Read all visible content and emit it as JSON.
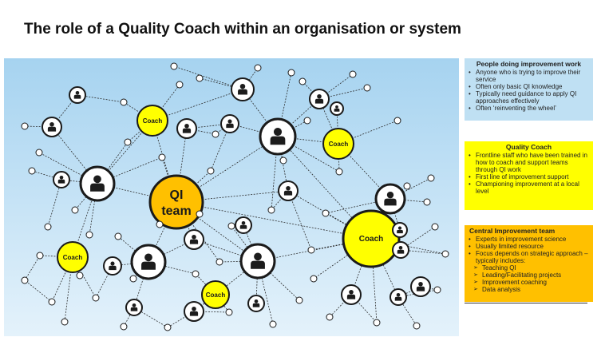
{
  "title": "The role of a Quality Coach within an organisation or system",
  "network": {
    "qi_team_label_line1": "QI",
    "qi_team_label_line2": "team",
    "coach_label": "Coach",
    "colors": {
      "background_top": "#a6d3f0",
      "background_bottom": "#e4f2fb",
      "qi_team_fill": "#ffc000",
      "coach_fill": "#ffff00",
      "person_fill": "#ffffff",
      "icon": "#1c1c1c"
    }
  },
  "people_box": {
    "heading": "People doing improvement work",
    "items": [
      "Anyone who is trying to improve their service",
      "Often only basic QI knowledge",
      "Typically need guidance to apply QI approaches effectively",
      "Often ‘reinventing the wheel’"
    ]
  },
  "coach_box": {
    "heading": "Quality Coach",
    "items": [
      "Frontline staff who have been trained in how to coach and support teams through QI work",
      "First line of improvement support",
      "Championing improvement at a local level"
    ]
  },
  "central_box": {
    "heading": "Central Improvement team",
    "items": [
      "Experts in improvement science",
      "Usually limited resource",
      "Focus depends on strategic approach – typically includes:"
    ],
    "sub_items": [
      "Teaching QI",
      "Leading/Facilitating projects",
      "Improvement coaching",
      "Data analysis"
    ]
  }
}
